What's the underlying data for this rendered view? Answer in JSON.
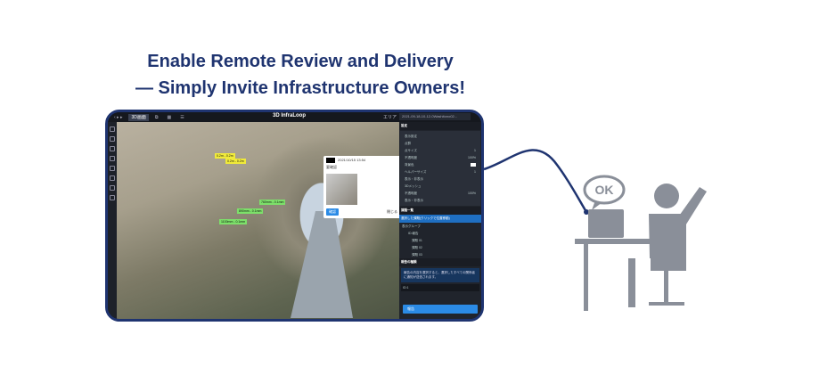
{
  "headline": {
    "line1": "Enable Remote Review and Delivery",
    "line2": "— Simply Invite Infrastructure Owners!"
  },
  "app": {
    "topbar": {
      "mode_tab": "3D画面",
      "brand": "3D InfraLoop",
      "area_label": "エリア",
      "dataset": "2021-09-18-10-12-0Washitono02..."
    },
    "measure_labels": {
      "yellow": [
        "0.2m - 0.2m",
        "0.2m - 0.2m"
      ],
      "green": [
        "760mm - 0.1mm",
        "890mm - 0.1mm",
        "1100mm - 0.1mm"
      ]
    },
    "popup": {
      "header": "2021/10/15 13:54",
      "title": "要確認",
      "primary": "確認",
      "close": "閉じる"
    },
    "panel": {
      "settings_title": "設定",
      "display_settings": "表示設定",
      "pointcloud": "点群",
      "rows": [
        {
          "label": "点サイズ",
          "value": "1"
        },
        {
          "label": "不透明度",
          "value": "100%"
        },
        {
          "label": "背景色",
          "value": ""
        },
        {
          "label": "ヘルパーサイズ",
          "value": "1"
        },
        {
          "label": "表示・非表示",
          "value": ""
        }
      ],
      "mesh": "3Dメッシュ",
      "mesh_rows": [
        {
          "label": "不透明度",
          "value": "100%"
        },
        {
          "label": "表示・非表示",
          "value": ""
        }
      ],
      "issues_title": "課題一覧",
      "issues_highlight": "選択した課題(クリックで位置移動)",
      "group": "表示グループ",
      "group_items": [
        "ID:報告",
        "課題 01",
        "課題 02",
        "課題 03"
      ],
      "report_title": "報告の種類",
      "report_notice": "報告の内容を選択すると、選択したすべての関係者に通知が送信されます。",
      "report_input": "ID:1",
      "report_button": "報告"
    }
  },
  "illustration": {
    "bubble_text": "OK"
  },
  "colors": {
    "navy": "#1f3470",
    "accent": "#2b8be6",
    "person": "#8a8f99"
  }
}
